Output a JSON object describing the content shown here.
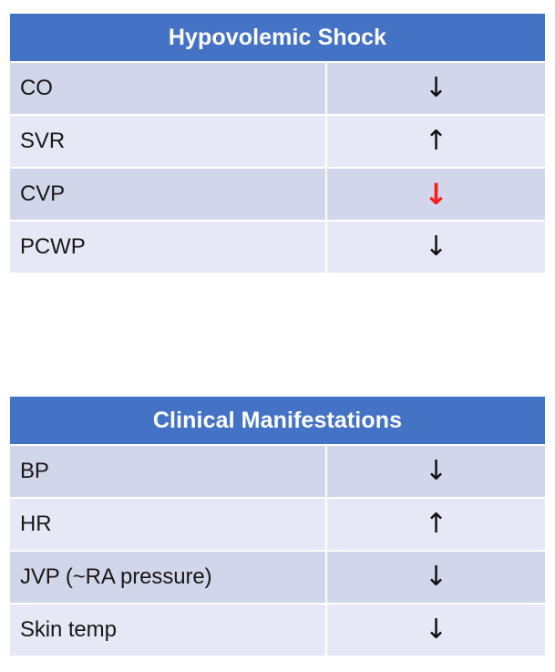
{
  "theme": {
    "header_bg": "#4472C4",
    "header_text": "#FFFFFF",
    "row_dark": "#D2D6EA",
    "row_light": "#E6E9F5",
    "text": "#181818",
    "accent_red": "#FB1D1D",
    "page_bg": "#FFFFFF"
  },
  "tables": [
    {
      "id": "hemodynamics",
      "title": "Hypovolemic Shock",
      "rows": [
        {
          "label": "CO",
          "value": "↓",
          "icon": "arrow-down-icon",
          "emphasis": "normal"
        },
        {
          "label": "SVR",
          "value": "↑",
          "icon": "arrow-up-icon",
          "emphasis": "normal"
        },
        {
          "label": "CVP",
          "value": "↓",
          "icon": "arrow-down-icon",
          "emphasis": "red"
        },
        {
          "label": "PCWP",
          "value": "↓",
          "icon": "arrow-down-icon",
          "emphasis": "normal"
        }
      ]
    },
    {
      "id": "clinical",
      "title": "Clinical Manifestations",
      "rows": [
        {
          "label": "BP",
          "value": "↓",
          "icon": "arrow-down-icon",
          "emphasis": "normal"
        },
        {
          "label": "HR",
          "value": "↑",
          "icon": "arrow-up-icon",
          "emphasis": "normal"
        },
        {
          "label": "JVP (~RA pressure)",
          "value": "↓",
          "icon": "arrow-down-icon",
          "emphasis": "normal"
        },
        {
          "label": "Skin temp",
          "value": "↓",
          "icon": "arrow-down-icon",
          "emphasis": "normal"
        }
      ]
    }
  ]
}
